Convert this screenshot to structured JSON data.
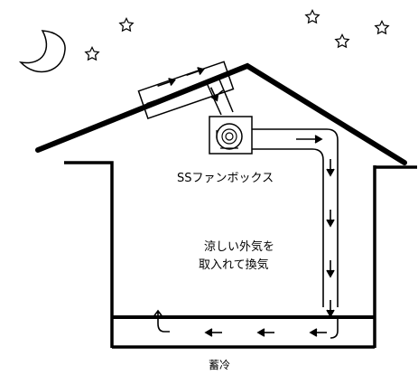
{
  "labels": {
    "fan_box": "SSファンボックス",
    "cool_air_line1": "涼しい外気を",
    "cool_air_line2": "取入れて換気",
    "cold_storage": "蓄冷"
  },
  "colors": {
    "stroke": "#000000",
    "background": "#ffffff",
    "moon_fill": "#ffffff"
  },
  "icons": [
    "moon-icon",
    "star-icon",
    "fan-icon",
    "arrow-icon"
  ]
}
